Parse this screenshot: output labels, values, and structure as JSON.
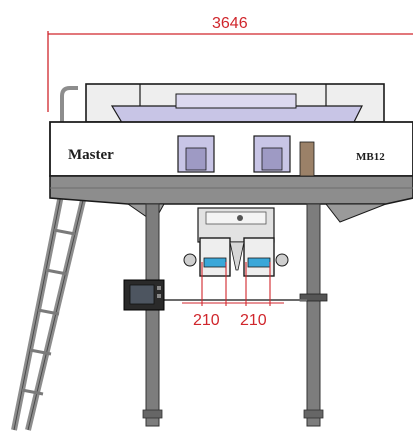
{
  "dimensions": {
    "overall_width": "3646",
    "left_outlet_spacing": "210",
    "right_outlet_spacing": "210"
  },
  "branding": {
    "logo": "Master",
    "model": "MB12"
  },
  "colors": {
    "dimension_line": "#d0262c",
    "frame": "#8d8d8d",
    "frame_dark": "#555555",
    "hopper_purple": "#c8c5e6",
    "outlet_blue": "#3aa7d9",
    "outline": "#1a1a1a"
  }
}
